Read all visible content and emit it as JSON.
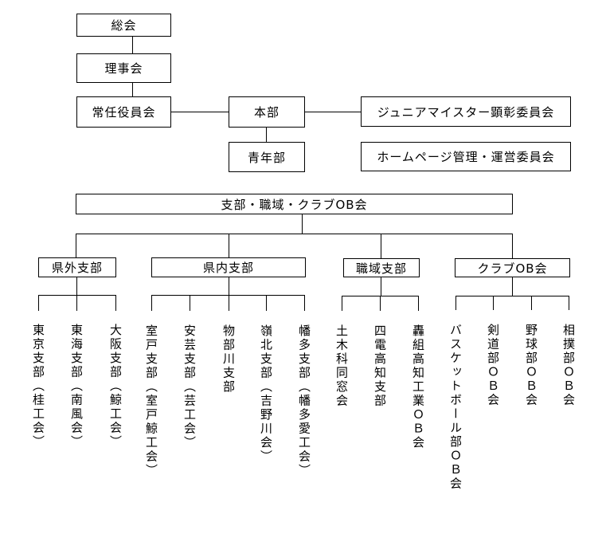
{
  "page": {
    "background_color": "#ffffff",
    "line_color": "#000000",
    "text_color": "#000000"
  },
  "org_chart": {
    "type": "organization-chart",
    "nodes": {
      "soukai": "総会",
      "rijikai": "理事会",
      "jonin_yakuinkai": "常任役員会",
      "honbu": "本部",
      "seinenbu": "青年部",
      "junior_meister_committee": "ジュニアマイスター顕彰委員会",
      "homepage_committee": "ホームページ管理・運営委員会",
      "shibu_root": "支部・職域・クラブOB会"
    },
    "branches": [
      {
        "label": "県外支部",
        "children": [
          "東京支部（桂工会）",
          "東海支部（南風会）",
          "大阪支部（鯨工会）"
        ]
      },
      {
        "label": "県内支部",
        "children": [
          "室戸支部（室戸鯨工会）",
          "安芸支部（芸工会）",
          "物部川支部",
          "嶺北支部（吉野川会）",
          "幡多支部（幡多愛工会）"
        ]
      },
      {
        "label": "職域支部",
        "children": [
          "土木科同窓会",
          "四電高知支部",
          "轟組高知工業ＯＢ会"
        ]
      },
      {
        "label": "クラブOB会",
        "children": [
          "バスケットボール部ＯＢ会",
          "剣道部ＯＢ会",
          "野球部ＯＢ会",
          "相撲部ＯＢ会"
        ]
      }
    ]
  }
}
